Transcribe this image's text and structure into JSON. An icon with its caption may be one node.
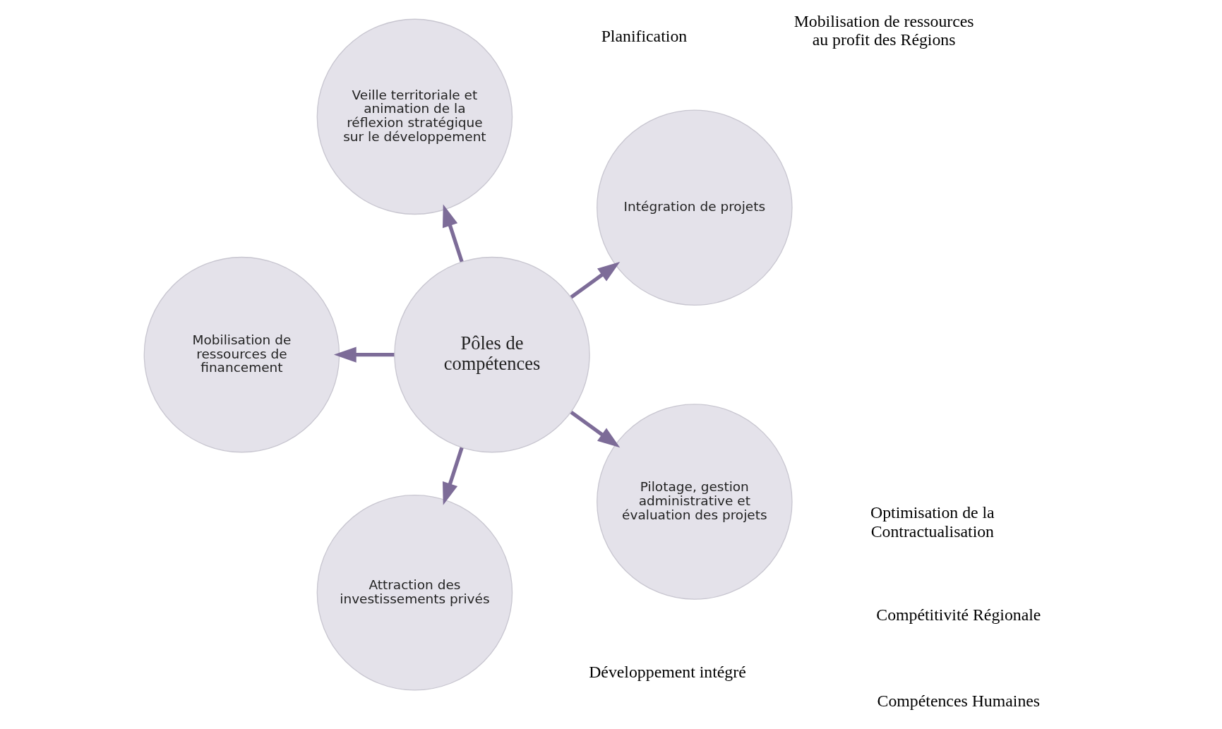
{
  "diagram": {
    "nodes": [
      {
        "text": [
          "Pôles de compétences"
        ]
      },
      {
        "text": [
          "Intégration de projets"
        ]
      },
      {
        "text": [
          "Veille territoriale et animation de la réflexion stratégique sur le développement"
        ]
      },
      {
        "text": [
          "Mobilisation de ressources de financement"
        ]
      },
      {
        "text": [
          "Attraction des investissements privés"
        ]
      },
      {
        "text": [
          "Pilotage, gestion administrative et évaluation des projets"
        ]
      }
    ],
    "edges": [
      {
        "from": 0,
        "to": 1,
        "arrow": "to"
      },
      {
        "from": 0,
        "to": 2,
        "arrow": "to"
      },
      {
        "from": 0,
        "to": 3,
        "arrow": "to"
      },
      {
        "from": 0,
        "to": 4,
        "arrow": "to"
      },
      {
        "from": 0,
        "to": 5,
        "arrow": "to"
      }
    ],
    "labels": [
      "Optimisation de la Contractualisation",
      "Développement intégré",
      "Compétences Humaines",
      "Planification",
      "Compétitivité Régionale",
      "Mobilisation de ressources au profit des Régions"
    ]
  }
}
